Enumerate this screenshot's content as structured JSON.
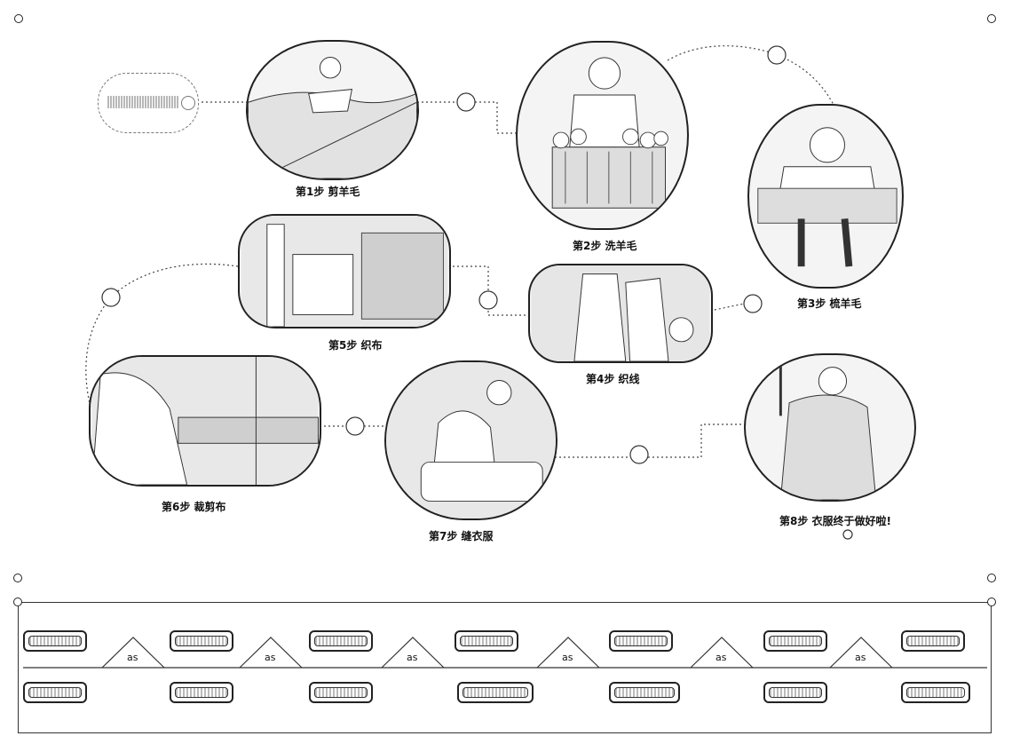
{
  "start_label": "",
  "steps": [
    {
      "caption": "第1步 剪羊毛"
    },
    {
      "caption": "第2步 洗羊毛"
    },
    {
      "caption": "第3步 梳羊毛"
    },
    {
      "caption": "第4步 织线"
    },
    {
      "caption": "第5步 织布"
    },
    {
      "caption": "第6步 裁剪布"
    },
    {
      "caption": "第7步 缝衣服"
    },
    {
      "caption": "第8步 衣服终于做好啦!"
    }
  ],
  "bottom_strip": {
    "connector_label": "as"
  }
}
